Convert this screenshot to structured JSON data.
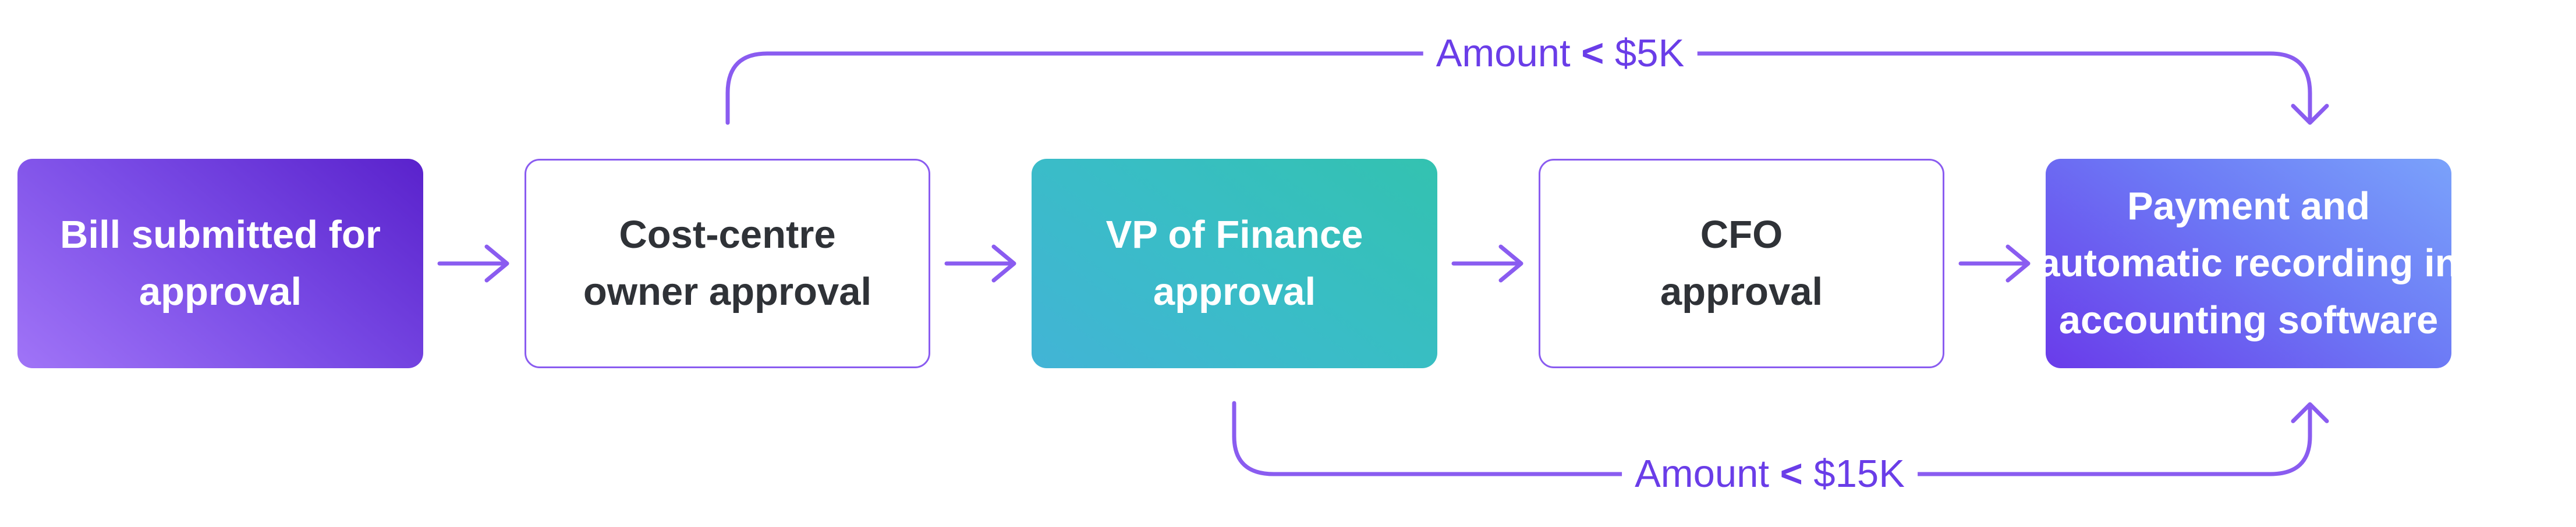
{
  "nodes": [
    {
      "id": "bill-submitted",
      "lines": [
        "Bill submitted for",
        "approval"
      ]
    },
    {
      "id": "cost-centre",
      "lines": [
        "Cost-centre",
        "owner approval"
      ]
    },
    {
      "id": "vp-finance",
      "lines": [
        "VP of Finance",
        "approval"
      ]
    },
    {
      "id": "cfo",
      "lines": [
        "CFO",
        "approval"
      ]
    },
    {
      "id": "payment",
      "lines": [
        "Payment and",
        "automatic recording in",
        "accounting software"
      ]
    }
  ],
  "edges": {
    "top_label": {
      "text": "Amount",
      "symbol": "<",
      "value": "$5K"
    },
    "bottom_label": {
      "text": "Amount",
      "symbol": "<",
      "value": "$15K"
    }
  },
  "colors": {
    "accent": "#8a5cf0",
    "label": "#6a3de8",
    "outline_text": "#2f3237"
  }
}
